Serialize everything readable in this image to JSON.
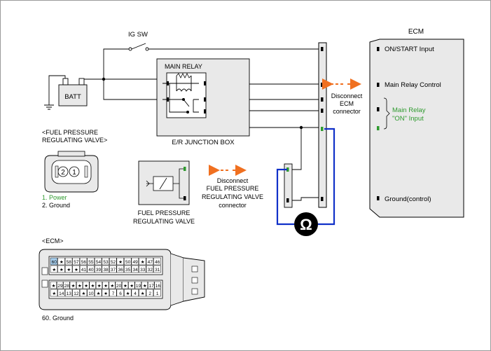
{
  "ecm_box": {
    "title": "ECM",
    "pins": {
      "on_start": "ON/START Input",
      "main_relay_control": "Main Relay Control",
      "main_relay_on_line1": "Main Relay",
      "main_relay_on_line2": "\"ON\" Input",
      "ground_control": "Ground(control)"
    }
  },
  "ig_sw": "IG SW",
  "batt": "BATT",
  "main_relay": "MAIN RELAY",
  "er_junction_box": "E/R JUNCTION BOX",
  "disconnect_ecm": [
    "Disconnect",
    "ECM",
    "connector"
  ],
  "disconnect_fprv": [
    "Disconnect",
    "FUEL PRESSURE",
    "REGULATING VALVE",
    "connector"
  ],
  "fprv_component": [
    "FUEL PRESSURE",
    "REGULATING VALVE"
  ],
  "fprv_connector": {
    "title_lines": [
      "<FUEL PRESSURE",
      "REGULATING VALVE>"
    ],
    "pin_numbers": [
      "2",
      "1"
    ],
    "legend": [
      "1. Power",
      "2. Ground"
    ]
  },
  "ohm_symbol": "Ω",
  "ecm_connector": {
    "title": "<ECM>",
    "row1": [
      "60",
      "★",
      "58",
      "57",
      "56",
      "55",
      "54",
      "53",
      "52",
      "★",
      "50",
      "49",
      "★",
      "47",
      "46"
    ],
    "row2": [
      "★",
      "★",
      "★",
      "★",
      "41",
      "40",
      "39",
      "38",
      "37",
      "36",
      "35",
      "34",
      "33",
      "32",
      "31"
    ],
    "row3": [
      "★",
      "29",
      "28",
      "★",
      "★",
      "★",
      "★",
      "★",
      "★",
      "★",
      "20",
      "★",
      "★",
      "19",
      "★",
      "17",
      "16"
    ],
    "row4": [
      "★",
      "14",
      "13",
      "12",
      "★",
      "10",
      "★",
      "★",
      "7",
      "6",
      "★",
      "4",
      "★",
      "2",
      "1"
    ],
    "note": "60. Ground"
  },
  "colors": {
    "green_label": "#2e9a2e",
    "blue_wire": "#1030c8",
    "orange_arrow": "#f07020",
    "dark": "#000000",
    "box_fill": "#e9e9e9"
  }
}
